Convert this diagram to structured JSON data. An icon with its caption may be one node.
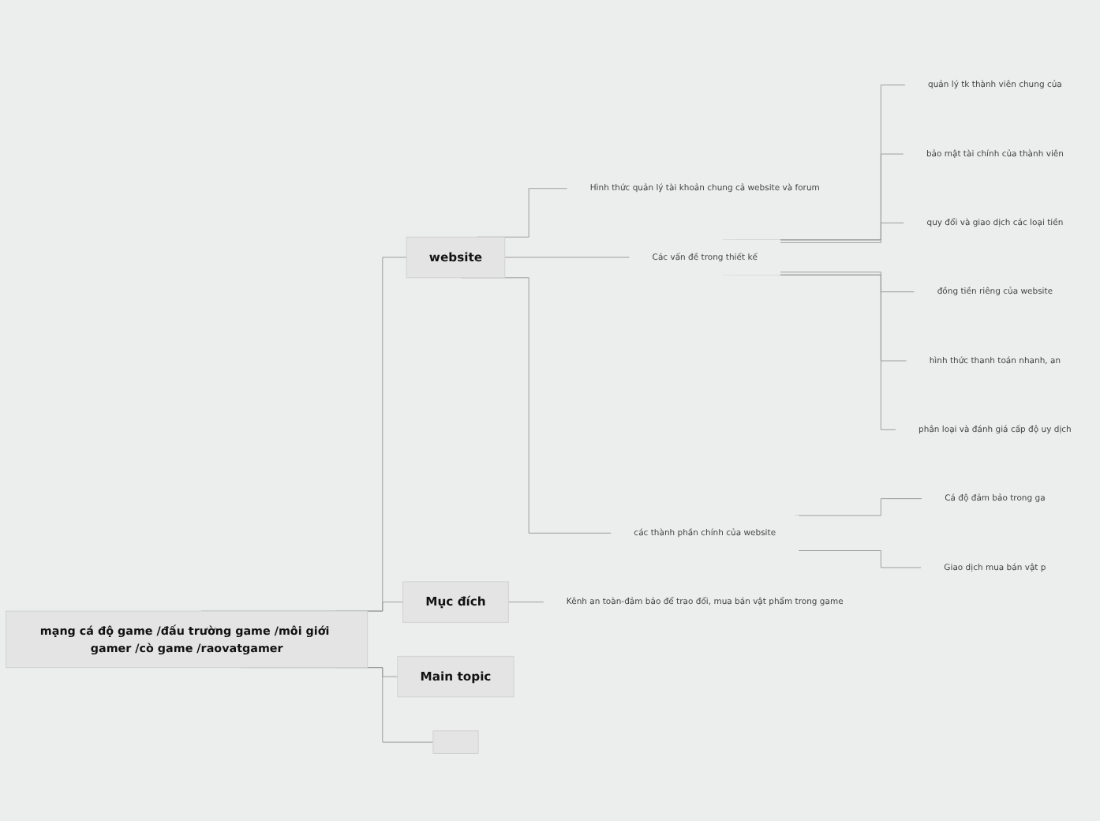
{
  "diagram": {
    "nodes": [
      {
        "text": [
          "mạng cá độ game /đấu trường game /môi giới gamer /cò game /raovatgamer"
        ]
      },
      {
        "text": [
          "website"
        ]
      },
      {
        "text": [
          "Hình thức quản lý tài khoản chung cả website và forum"
        ]
      },
      {
        "text": [
          "Các vấn đề trong thiết kế"
        ]
      },
      {
        "text": [
          "quản lý tk thành viên chung của"
        ]
      },
      {
        "text": [
          "bảo mật tài chính của thành viên"
        ]
      },
      {
        "text": [
          "quy đổi và giao dịch các loại tiền"
        ]
      },
      {
        "text": [
          "đồng tiền riêng của website"
        ]
      },
      {
        "text": [
          "hình thức thanh toán nhanh, an"
        ]
      },
      {
        "text": [
          "phân loại và đánh giá cấp độ uy dịch"
        ]
      },
      {
        "text": [
          "các thành phần chính của website"
        ]
      },
      {
        "text": [
          "Cá độ đảm bảo trong ga"
        ]
      },
      {
        "text": [
          "Giao dịch mua bán vật p"
        ]
      },
      {
        "text": [
          "Mục đích"
        ]
      },
      {
        "text": [
          "Kênh an toàn-đảm bảo để trao đổi, mua bán vật phẩm trong game"
        ]
      },
      {
        "text": [
          "Main topic"
        ]
      },
      {
        "text": [],
        "shape": "box"
      }
    ],
    "edges": [
      {
        "from": 0,
        "to": 1,
        "arrow": "none"
      },
      {
        "from": 1,
        "to": 2,
        "arrow": "none"
      },
      {
        "from": 1,
        "to": 3,
        "arrow": "none"
      },
      {
        "from": 3,
        "to": 4,
        "arrow": "none"
      },
      {
        "from": 3,
        "to": 5,
        "arrow": "none"
      },
      {
        "from": 3,
        "to": 6,
        "arrow": "none"
      },
      {
        "from": 3,
        "to": 7,
        "arrow": "none"
      },
      {
        "from": 3,
        "to": 8,
        "arrow": "none"
      },
      {
        "from": 3,
        "to": 9,
        "arrow": "none"
      },
      {
        "from": 1,
        "to": 10,
        "arrow": "none"
      },
      {
        "from": 10,
        "to": 11,
        "arrow": "none"
      },
      {
        "from": 10,
        "to": 12,
        "arrow": "none"
      },
      {
        "from": 0,
        "to": 13,
        "arrow": "none"
      },
      {
        "from": 13,
        "to": 14,
        "arrow": "none"
      },
      {
        "from": 0,
        "to": 15,
        "arrow": "none"
      },
      {
        "from": 0,
        "to": 16,
        "arrow": "none"
      }
    ]
  }
}
